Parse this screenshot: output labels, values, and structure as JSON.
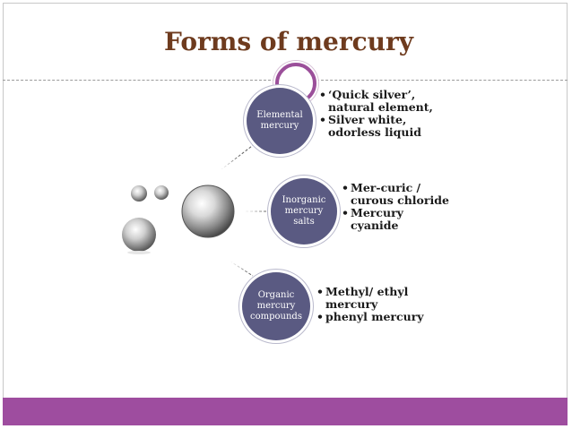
{
  "slide": {
    "title": "Forms of mercury"
  },
  "nodes": [
    {
      "lines": [
        "Elemental",
        "mercury"
      ],
      "bullets": [
        "‘Quick silver’, natural element,",
        "Silver white, odorless liquid"
      ]
    },
    {
      "lines": [
        "Inorganic",
        "mercury",
        "salts"
      ],
      "bullets": [
        "Mer-curic / curous chloride",
        "Mercury cyanide"
      ]
    },
    {
      "lines": [
        "Organic",
        "mercury",
        "compounds"
      ],
      "bullets": [
        "Methyl/ ethyl mercury",
        "phenyl mercury"
      ]
    }
  ],
  "colors": {
    "title": "#6e3b1e",
    "accent": "#9e4d9f",
    "node_fill": "#5a5a82"
  }
}
